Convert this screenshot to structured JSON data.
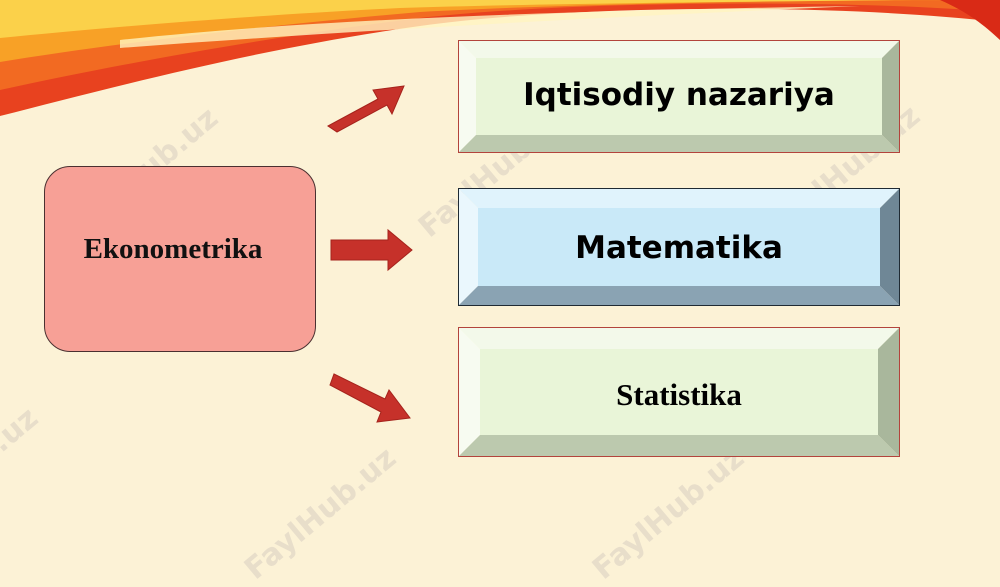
{
  "source": {
    "label": "Ekonometrika"
  },
  "targets": [
    {
      "label": "Iqtisodiy nazariya"
    },
    {
      "label": "Matematika"
    },
    {
      "label": "Statistika"
    }
  ],
  "watermark": {
    "text": "FaylHub.uz"
  },
  "colors": {
    "background": "#fcf2d6",
    "source_fill": "#f7a096",
    "green_face": "#e9f5d8",
    "blue_face": "#c9e9f8",
    "arrow": "#c6312a"
  }
}
